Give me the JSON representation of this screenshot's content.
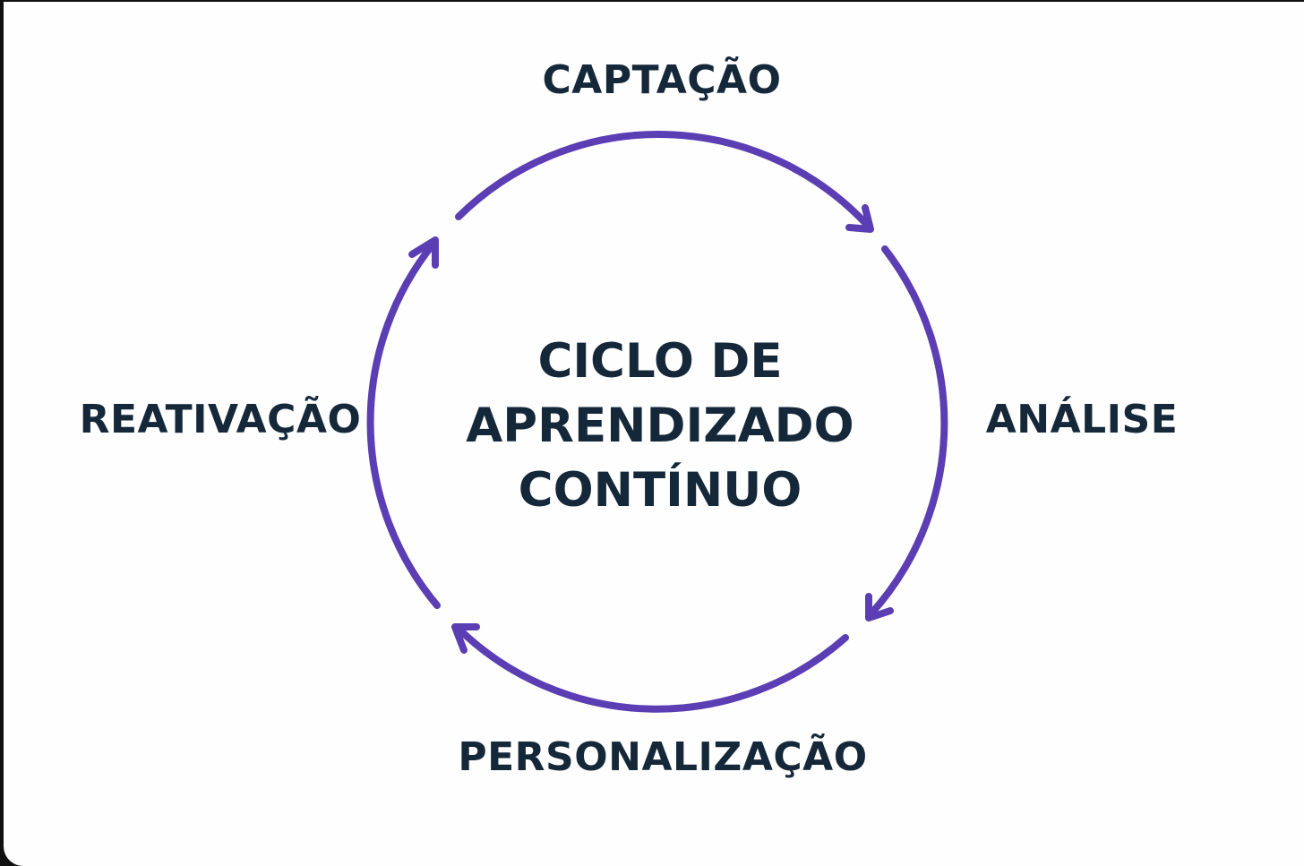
{
  "diagram": {
    "center_title_lines": [
      "CICLO DE",
      "APRENDIZADO",
      "CONTÍNUO"
    ],
    "steps": {
      "top": "CAPTAÇÃO",
      "right": "ANÁLISE",
      "bottom": "PERSONALIZAÇÃO",
      "left": "REATIVAÇÃO"
    },
    "arrow_color": "#5b3db4",
    "text_color": "#15283a",
    "background_color": "#fefefe"
  }
}
